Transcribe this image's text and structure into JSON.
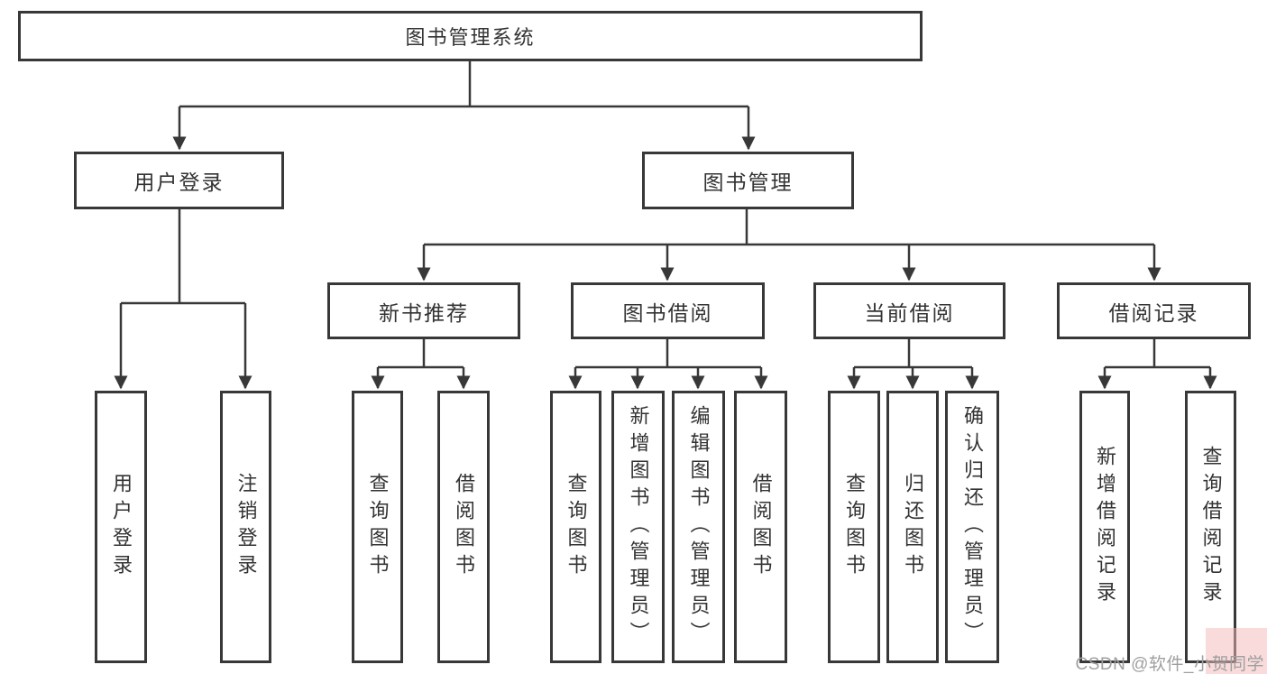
{
  "title": "图书管理系统",
  "branches": {
    "user_login": {
      "label": "用户登录",
      "children": [
        "用户登录",
        "注销登录"
      ]
    },
    "book_mgmt": {
      "label": "图书管理",
      "sections": [
        {
          "label": "新书推荐",
          "children": [
            "查询图书",
            "借阅图书"
          ]
        },
        {
          "label": "图书借阅",
          "children": [
            "查询图书",
            "新增图书（管理员）",
            "编辑图书（管理员）",
            "借阅图书"
          ]
        },
        {
          "label": "当前借阅",
          "children": [
            "查询图书",
            "归还图书",
            "确认归还（管理员）"
          ]
        },
        {
          "label": "借阅记录",
          "children": [
            "新增借阅记录",
            "查询借阅记录"
          ]
        }
      ]
    }
  },
  "watermark": {
    "text": "CSDN @软件_小贺同学"
  },
  "colors": {
    "line": "#383838",
    "box_border": "#383838",
    "text": "#333333",
    "watermark_text": "#9f9f9f",
    "watermark_highlight": "#f3b7b7",
    "background": "#ffffff"
  }
}
